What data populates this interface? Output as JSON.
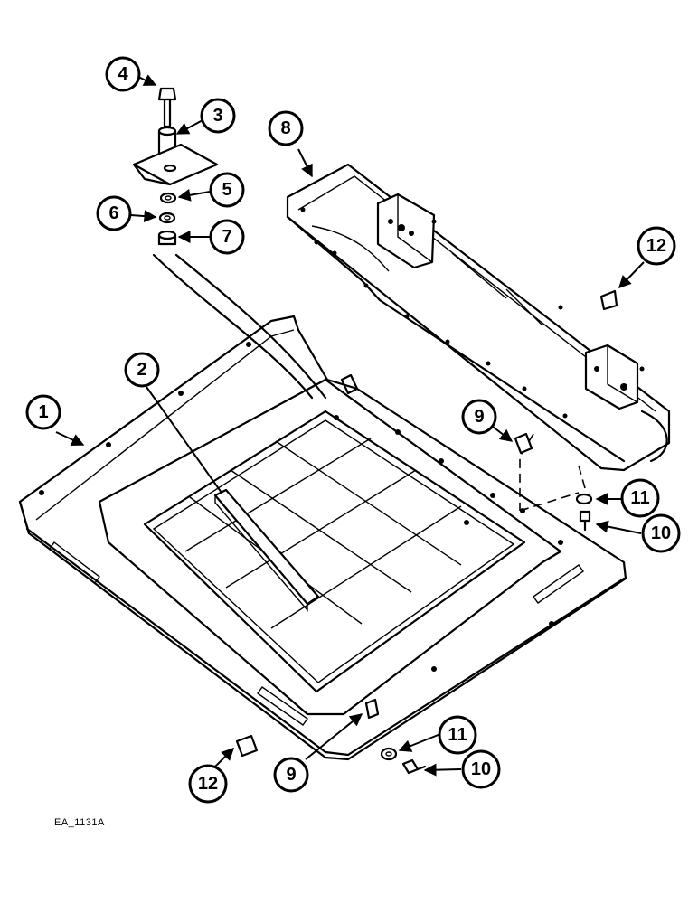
{
  "drawing_code": "EA_1131A",
  "callouts": [
    {
      "label": "1"
    },
    {
      "label": "2"
    },
    {
      "label": "3"
    },
    {
      "label": "4"
    },
    {
      "label": "5"
    },
    {
      "label": "6"
    },
    {
      "label": "7"
    },
    {
      "label": "8"
    },
    {
      "label": "9"
    },
    {
      "label": "9"
    },
    {
      "label": "10"
    },
    {
      "label": "10"
    },
    {
      "label": "11"
    },
    {
      "label": "11"
    },
    {
      "label": "12"
    },
    {
      "label": "12"
    }
  ]
}
